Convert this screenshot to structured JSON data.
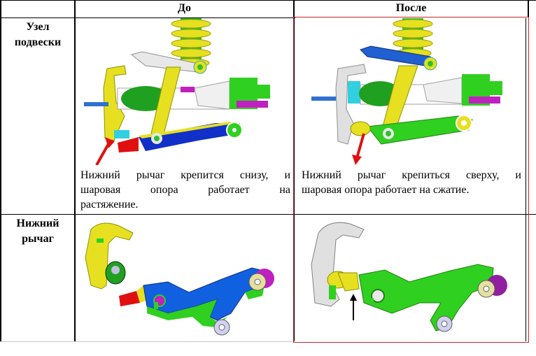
{
  "table": {
    "columns": [
      {
        "label": ""
      },
      {
        "label": "До"
      },
      {
        "label": "После"
      }
    ],
    "rows": [
      {
        "label": "Узел подвески",
        "label_lines": [
          "Узел",
          "подвески"
        ],
        "before": {
          "illustration": "suspension-assembly-before-icon",
          "caption": "Нижний рычаг крепится снизу, и шаровая опора работает на растяжение.",
          "caption_lines": [
            "Нижний рычаг крепится снизу, и",
            "шаровая опора работает на",
            "растяжение."
          ]
        },
        "after": {
          "illustration": "suspension-assembly-after-icon",
          "caption": "Нижний рычаг крепиться сверху, и шаровая опора работает на сжатие.",
          "caption_lines": [
            "Нижний рычаг крепиться сверху, и",
            "шаровая опора работает на сжатие."
          ]
        }
      },
      {
        "label": "Нижний рычаг",
        "label_lines": [
          "Нижний",
          "рычаг"
        ],
        "before": {
          "illustration": "lower-arm-before-icon"
        },
        "after": {
          "illustration": "lower-arm-after-icon"
        }
      }
    ]
  },
  "colors": {
    "border": "#000000",
    "highlight_frame": "#c0282d",
    "spring_yellow": "#e6e020",
    "arm_blue": "#1030c8",
    "arm_green": "#30d020",
    "arrow_red": "#e01010",
    "boot_green": "#20a020",
    "magenta": "#c020c0",
    "cyan": "#30d0e0",
    "knuckle_gray": "#d8d8d8"
  }
}
